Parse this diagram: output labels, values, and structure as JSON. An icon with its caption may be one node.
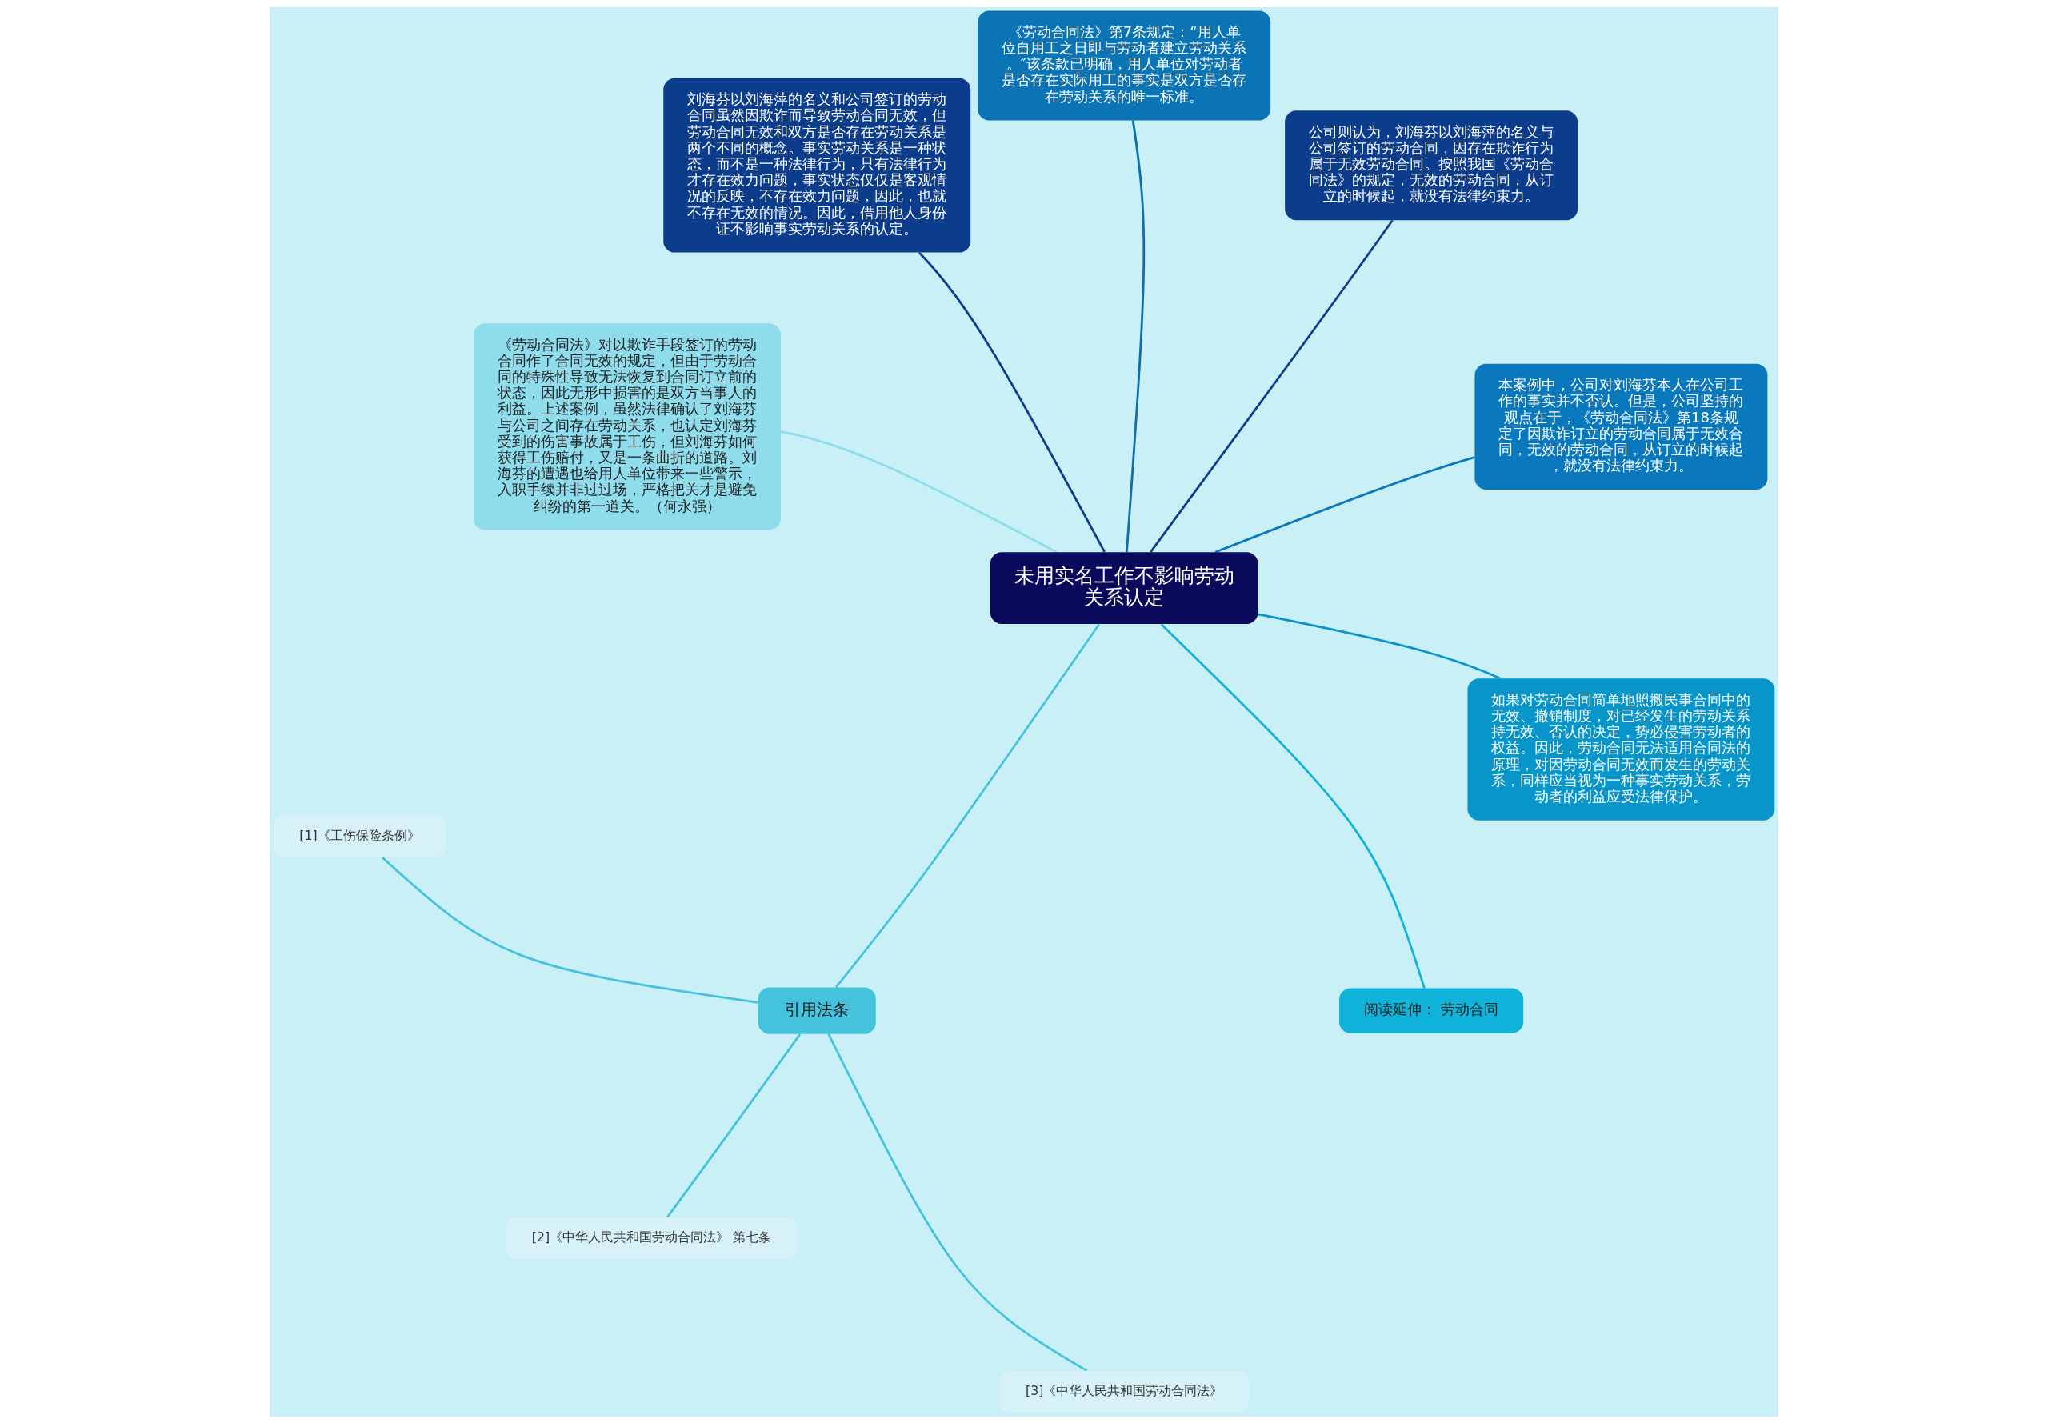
{
  "diagram": {
    "nodes": [
      {
        "text": [
          "未用实名工作不影响劳动关系认定"
        ]
      },
      {
        "text": [
          "《劳动合同法》第7条规定：“用人单位自用工之日即与劳动者建立劳动关系。″该条款已明确，用人单位对劳动者是否存在实际用工的事实是双方是否存在劳动关系的唯一标准。"
        ]
      },
      {
        "text": [
          "刘海芬以刘海萍的名义和公司签订的劳动合同虽然因欺诈而导致劳动合同无效，但劳动合同无效和双方是否存在劳动关系是两个不同的概念。事实劳动关系是一种状态，而不是一种法律行为，只有法律行为才存在效力问题，事实状态仅仅是客观情况的反映，不存在效力问题，因此，也就不存在无效的情况。因此，借用他人身份证不影响事实劳动关系的认定。"
        ]
      },
      {
        "text": [
          "《劳动合同法》对以欺诈手段签订的劳动合同作了合同无效的规定，但由于劳动合同的特殊性导致无法恢复到合同订立前的状态，因此无形中损害的是双方当事人的利益。上述案例，虽然法律确认了刘海芬与公司之间存在劳动关系，也认定刘海芬受到的伤害事故属于工伤，但刘海芬如何获得工伤赔付，又是一条曲折的道路。刘海芬的遭遇也给用人单位带来一些警示，入职手续并非过过场，严格把关才是避免纠纷的第一道关。（何永强）"
        ]
      },
      {
        "text": [
          "引用法条"
        ]
      },
      {
        "text": [
          "[1]《工伤保险条例》"
        ]
      },
      {
        "text": [
          "[2]《中华人民共和国劳动合同法》 第七条"
        ]
      },
      {
        "text": [
          "[3]《中华人民共和国劳动合同法》"
        ]
      },
      {
        "text": [
          "公司则认为，刘海芬以刘海萍的名义与公司签订的劳动合同，因存在欺诈行为属于无效劳动合同。按照我国《劳动合同法》的规定，无效的劳动合同，从订立的时候起，就没有法律约束力。"
        ]
      },
      {
        "text": [
          "本案例中，公司对刘海芬本人在公司工作的事实并不否认。但是，公司坚持的观点在于，《劳动合同法》第18条规定了因欺诈订立的劳动合同属于无效合同，无效的劳动合同，从订立的时候起，就没有法律约束力。"
        ]
      },
      {
        "text": [
          "如果对劳动合同简单地照搬民事合同中的无效、撤销制度，对已经发生的劳动关系持无效、否认的决定，势必侵害劳动者的权益。因此，劳动合同无法适用合同法的原理，对因劳动合同无效而发生的劳动关系，同样应当视为一种事实劳动关系，劳动者的利益应受法律保护。"
        ]
      },
      {
        "text": [
          "阅读延伸： 劳动合同"
        ]
      }
    ],
    "edges": [
      {
        "from": 0,
        "to": 1,
        "arrow": "none",
        "color": "#0b6fae"
      },
      {
        "from": 0,
        "to": 2,
        "arrow": "none",
        "color": "#0b3d8c"
      },
      {
        "from": 0,
        "to": 3,
        "arrow": "none",
        "color": "#8fdcec"
      },
      {
        "from": 0,
        "to": 4,
        "arrow": "none",
        "color": "#45c3dd"
      },
      {
        "from": 4,
        "to": 5,
        "arrow": "none",
        "color": "#45c3dd"
      },
      {
        "from": 4,
        "to": 6,
        "arrow": "none",
        "color": "#45c3dd"
      },
      {
        "from": 4,
        "to": 7,
        "arrow": "none",
        "color": "#45c3dd"
      },
      {
        "from": 0,
        "to": 8,
        "arrow": "none",
        "color": "#0b3d8c"
      },
      {
        "from": 0,
        "to": 9,
        "arrow": "none",
        "color": "#0a78bd"
      },
      {
        "from": 0,
        "to": 10,
        "arrow": "none",
        "color": "#0895c9"
      },
      {
        "from": 0,
        "to": 11,
        "arrow": "none",
        "color": "#10b3d9"
      }
    ]
  }
}
